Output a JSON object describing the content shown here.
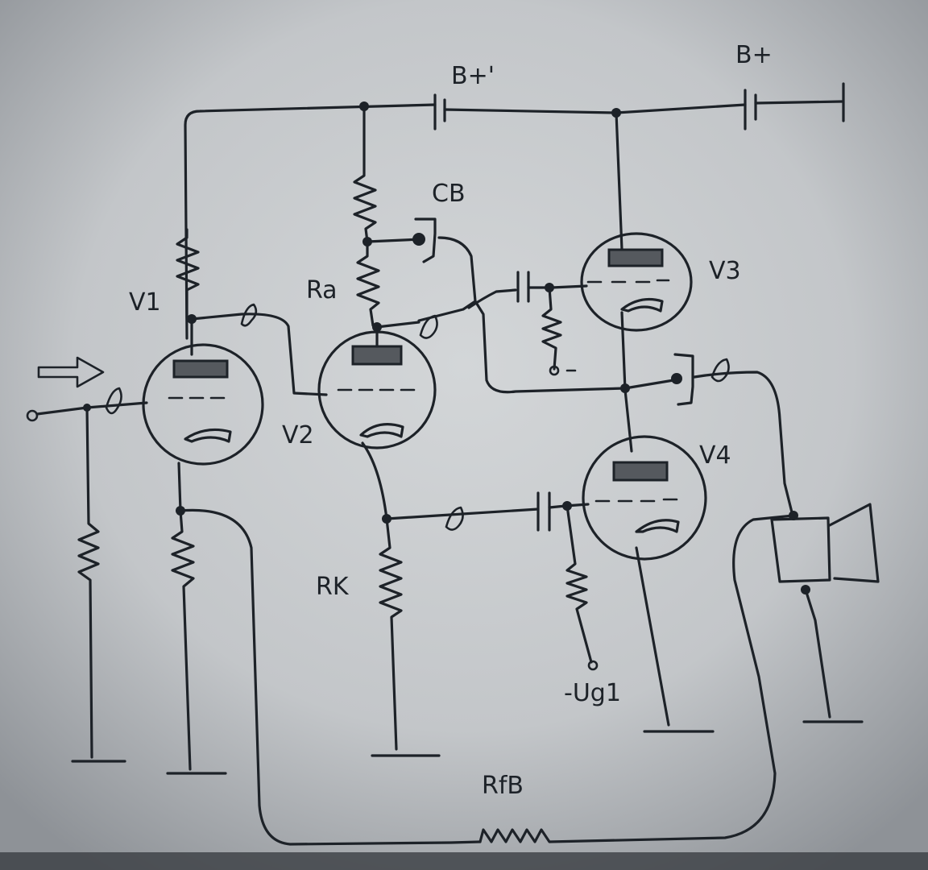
{
  "labels": {
    "bplus_prime": "B+'",
    "bplus": "B+",
    "cb": "CB",
    "ra": "Ra",
    "rk": "RK",
    "rfb": "RfB",
    "v1": "V1",
    "v2": "V2",
    "v3": "V3",
    "v4": "V4",
    "ug1": "-Ug1"
  },
  "colors": {
    "paper": "#c9ccce",
    "ink": "#1d2228",
    "vignette": "#2a2d31"
  },
  "icons": {
    "input_arrow": "right-arrow-icon",
    "speaker": "speaker-icon",
    "ground": "ground-icon"
  }
}
